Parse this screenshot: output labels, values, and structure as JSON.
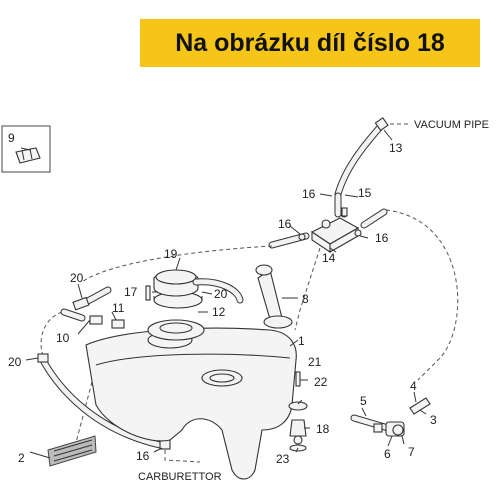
{
  "banner": {
    "text": "Na obrázku díl číslo 18",
    "color": "#f5c518"
  },
  "captions": {
    "vacuum_pipe": "VACUUM PIPE",
    "carburettor": "CARBURETTOR"
  },
  "callouts": [
    {
      "id": "p1",
      "label": "1"
    },
    {
      "id": "p2",
      "label": "2"
    },
    {
      "id": "p3",
      "label": "3"
    },
    {
      "id": "p4",
      "label": "4"
    },
    {
      "id": "p5",
      "label": "5"
    },
    {
      "id": "p6",
      "label": "6"
    },
    {
      "id": "p7",
      "label": "7"
    },
    {
      "id": "p8",
      "label": "8"
    },
    {
      "id": "p9",
      "label": "9"
    },
    {
      "id": "p10",
      "label": "10"
    },
    {
      "id": "p11",
      "label": "11"
    },
    {
      "id": "p12",
      "label": "12"
    },
    {
      "id": "p13",
      "label": "13"
    },
    {
      "id": "p14",
      "label": "14"
    },
    {
      "id": "p15",
      "label": "15"
    },
    {
      "id": "p16a",
      "label": "16"
    },
    {
      "id": "p16b",
      "label": "16"
    },
    {
      "id": "p16c",
      "label": "16"
    },
    {
      "id": "p16d",
      "label": "16"
    },
    {
      "id": "p17",
      "label": "17"
    },
    {
      "id": "p18",
      "label": "18"
    },
    {
      "id": "p19",
      "label": "19"
    },
    {
      "id": "p20a",
      "label": "20"
    },
    {
      "id": "p20b",
      "label": "20"
    },
    {
      "id": "p20c",
      "label": "20"
    },
    {
      "id": "p21",
      "label": "21"
    },
    {
      "id": "p22",
      "label": "22"
    },
    {
      "id": "p23",
      "label": "23"
    }
  ]
}
